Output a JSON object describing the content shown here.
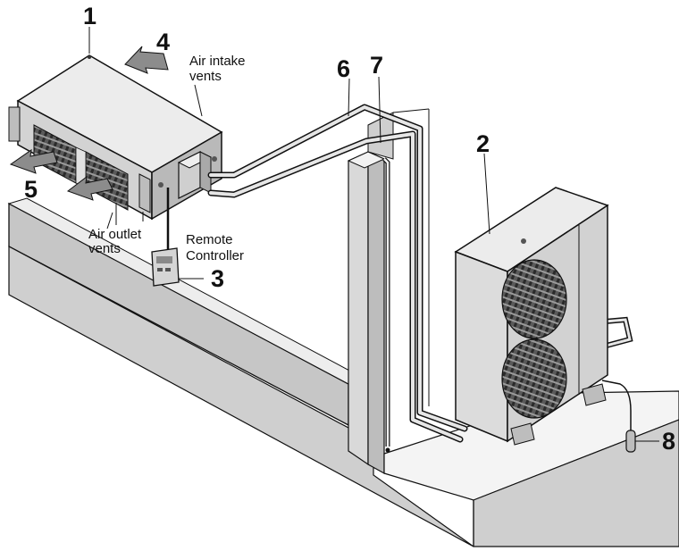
{
  "callouts": {
    "n1": "1",
    "n2": "2",
    "n3": "3",
    "n4": "4",
    "n5": "5",
    "n6": "6",
    "n7": "7",
    "n8": "8"
  },
  "labels": {
    "air_intake_line1": "Air intake",
    "air_intake_line2": "vents",
    "air_outlet_line1": "Air outlet",
    "air_outlet_line2": "vents",
    "remote_line1": "Remote",
    "remote_line2": "Controller"
  },
  "colors": {
    "ink": "#111111",
    "panel_light": "#e8e8e8",
    "panel_mid": "#c9c9c9",
    "panel_dark": "#9a9a9a",
    "arrow_fill": "#8c8c8c",
    "ground": "#c8c8c8",
    "ground_top": "#f4f4f4"
  }
}
